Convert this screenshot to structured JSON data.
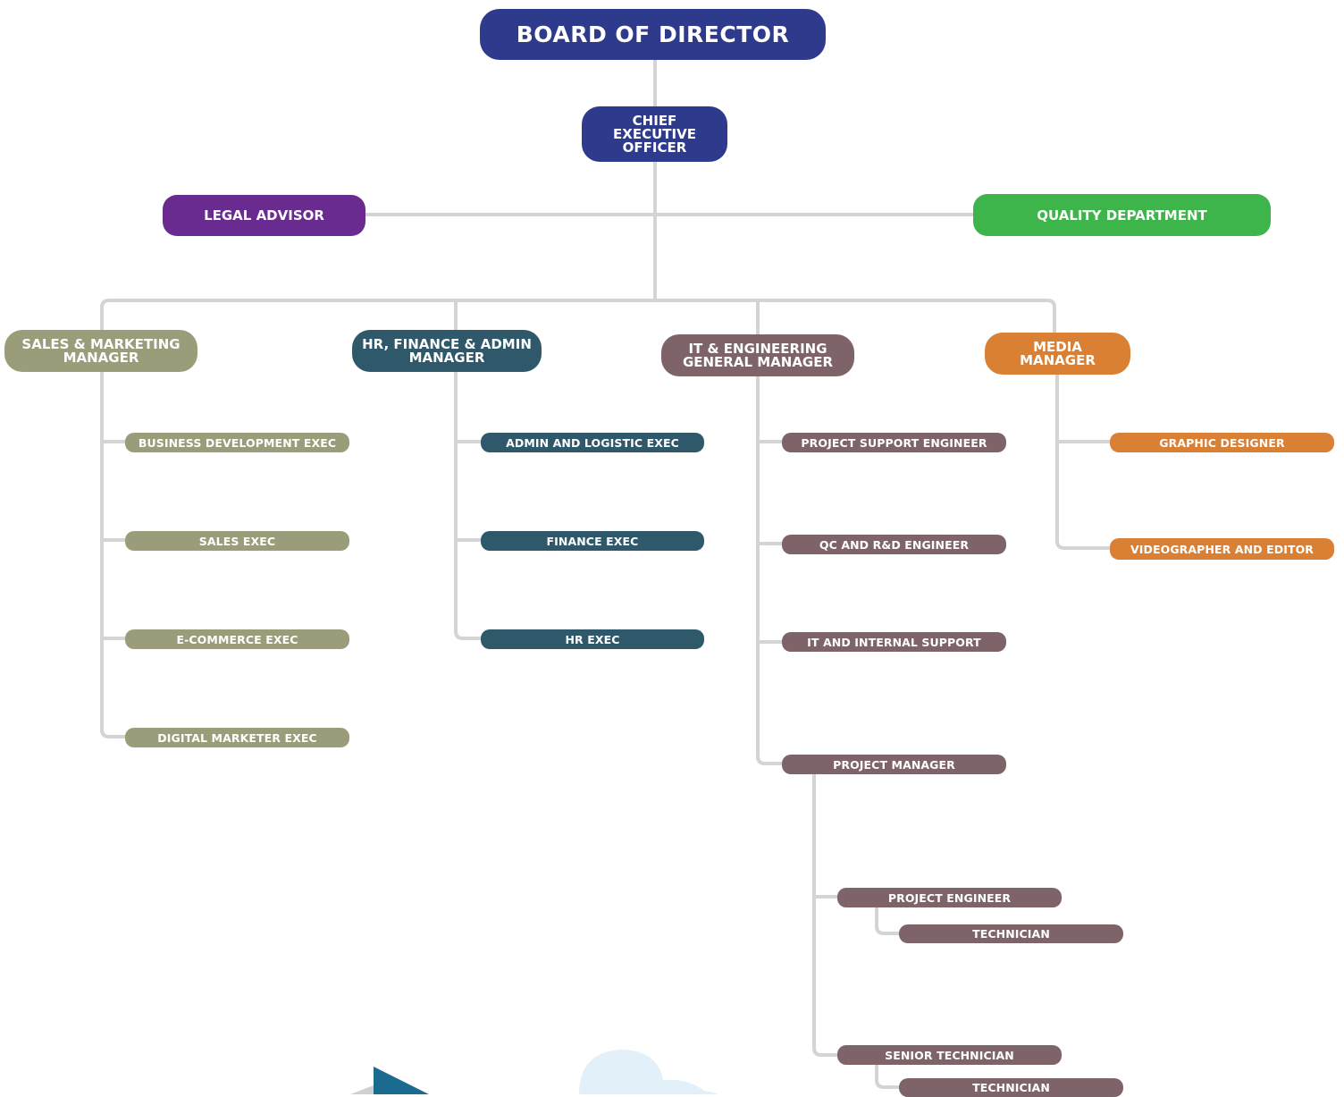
{
  "org_chart": {
    "board": "BOARD OF DIRECTOR",
    "ceo": "CHIEF\nEXECUTIVE\nOFFICER",
    "legal_advisor": "LEGAL ADVISOR",
    "quality_department": "QUALITY DEPARTMENT",
    "departments": [
      {
        "manager": "SALES & MARKETING\nMANAGER",
        "color": "#9b9c7a",
        "staff": [
          "BUSINESS DEVELOPMENT EXEC",
          "SALES EXEC",
          "E-COMMERCE EXEC",
          "DIGITAL MARKETER EXEC"
        ]
      },
      {
        "manager": "HR, FINANCE & ADMIN\nMANAGER",
        "color": "#2f586a",
        "staff": [
          "ADMIN AND LOGISTIC EXEC",
          "FINANCE EXEC",
          "HR EXEC"
        ]
      },
      {
        "manager": "IT & ENGINEERING\nGENERAL MANAGER",
        "color": "#7e6469",
        "staff": [
          "PROJECT SUPPORT ENGINEER",
          "QC AND R&D ENGINEER",
          "IT AND INTERNAL SUPPORT",
          "PROJECT MANAGER"
        ],
        "project_manager_team": [
          {
            "lead": "PROJECT ENGINEER",
            "report": "TECHNICIAN"
          },
          {
            "lead": "SENIOR TECHNICIAN",
            "report": "TECHNICIAN"
          }
        ]
      },
      {
        "manager": "MEDIA\nMANAGER",
        "color": "#d98035",
        "staff": [
          "GRAPHIC DESIGNER",
          "VIDEOGRAPHER AND EDITOR"
        ]
      }
    ]
  },
  "colors": {
    "board": "#2e3a8c",
    "legal": "#6a2b91",
    "quality": "#3db54a",
    "connector": "#d4d4d4",
    "decor_blue": "#1b6b91",
    "decor_cloud": "#e2f0f9"
  }
}
